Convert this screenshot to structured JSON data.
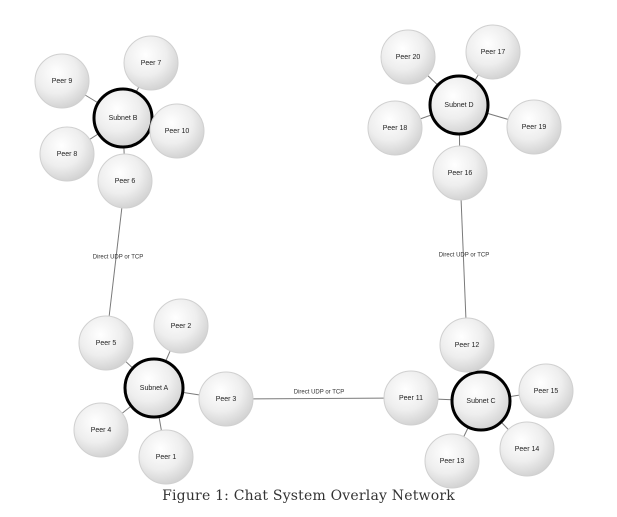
{
  "caption": "Figure 1: Chat System Overlay Network",
  "nodes": [
    {
      "id": "subnet-b",
      "label": "Subnet B",
      "kind": "subnet"
    },
    {
      "id": "peer-9",
      "label": "Peer 9",
      "kind": "peer"
    },
    {
      "id": "peer-7",
      "label": "Peer 7",
      "kind": "peer"
    },
    {
      "id": "peer-10",
      "label": "Peer 10",
      "kind": "peer"
    },
    {
      "id": "peer-8",
      "label": "Peer 8",
      "kind": "peer"
    },
    {
      "id": "peer-6",
      "label": "Peer 6",
      "kind": "peer"
    },
    {
      "id": "subnet-d",
      "label": "Subnet D",
      "kind": "subnet"
    },
    {
      "id": "peer-20",
      "label": "Peer 20",
      "kind": "peer"
    },
    {
      "id": "peer-17",
      "label": "Peer 17",
      "kind": "peer"
    },
    {
      "id": "peer-18",
      "label": "Peer 18",
      "kind": "peer"
    },
    {
      "id": "peer-19",
      "label": "Peer 19",
      "kind": "peer"
    },
    {
      "id": "peer-16",
      "label": "Peer 16",
      "kind": "peer"
    },
    {
      "id": "subnet-a",
      "label": "Subnet A",
      "kind": "subnet"
    },
    {
      "id": "peer-5",
      "label": "Peer 5",
      "kind": "peer"
    },
    {
      "id": "peer-2",
      "label": "Peer 2",
      "kind": "peer"
    },
    {
      "id": "peer-3",
      "label": "Peer 3",
      "kind": "peer"
    },
    {
      "id": "peer-4",
      "label": "Peer 4",
      "kind": "peer"
    },
    {
      "id": "peer-1",
      "label": "Peer 1",
      "kind": "peer"
    },
    {
      "id": "subnet-c",
      "label": "Subnet C",
      "kind": "subnet"
    },
    {
      "id": "peer-12",
      "label": "Peer 12",
      "kind": "peer"
    },
    {
      "id": "peer-11",
      "label": "Peer 11",
      "kind": "peer"
    },
    {
      "id": "peer-15",
      "label": "Peer 15",
      "kind": "peer"
    },
    {
      "id": "peer-14",
      "label": "Peer 14",
      "kind": "peer"
    },
    {
      "id": "peer-13",
      "label": "Peer 13",
      "kind": "peer"
    }
  ],
  "edges": [
    {
      "from": "subnet-b",
      "to": "peer-9",
      "label": ""
    },
    {
      "from": "subnet-b",
      "to": "peer-7",
      "label": ""
    },
    {
      "from": "subnet-b",
      "to": "peer-10",
      "label": ""
    },
    {
      "from": "subnet-b",
      "to": "peer-8",
      "label": ""
    },
    {
      "from": "subnet-b",
      "to": "peer-6",
      "label": ""
    },
    {
      "from": "subnet-d",
      "to": "peer-20",
      "label": ""
    },
    {
      "from": "subnet-d",
      "to": "peer-17",
      "label": ""
    },
    {
      "from": "subnet-d",
      "to": "peer-18",
      "label": ""
    },
    {
      "from": "subnet-d",
      "to": "peer-19",
      "label": ""
    },
    {
      "from": "subnet-d",
      "to": "peer-16",
      "label": ""
    },
    {
      "from": "subnet-a",
      "to": "peer-5",
      "label": ""
    },
    {
      "from": "subnet-a",
      "to": "peer-2",
      "label": ""
    },
    {
      "from": "subnet-a",
      "to": "peer-3",
      "label": ""
    },
    {
      "from": "subnet-a",
      "to": "peer-4",
      "label": ""
    },
    {
      "from": "subnet-a",
      "to": "peer-1",
      "label": ""
    },
    {
      "from": "subnet-c",
      "to": "peer-12",
      "label": ""
    },
    {
      "from": "subnet-c",
      "to": "peer-11",
      "label": ""
    },
    {
      "from": "subnet-c",
      "to": "peer-15",
      "label": ""
    },
    {
      "from": "subnet-c",
      "to": "peer-14",
      "label": ""
    },
    {
      "from": "subnet-c",
      "to": "peer-13",
      "label": ""
    },
    {
      "from": "peer-6",
      "to": "peer-5",
      "label": "Direct UDP or TCP"
    },
    {
      "from": "peer-16",
      "to": "peer-12",
      "label": "Direct UDP or TCP"
    },
    {
      "from": "peer-3",
      "to": "peer-11",
      "label": "Direct UDP or TCP"
    }
  ]
}
